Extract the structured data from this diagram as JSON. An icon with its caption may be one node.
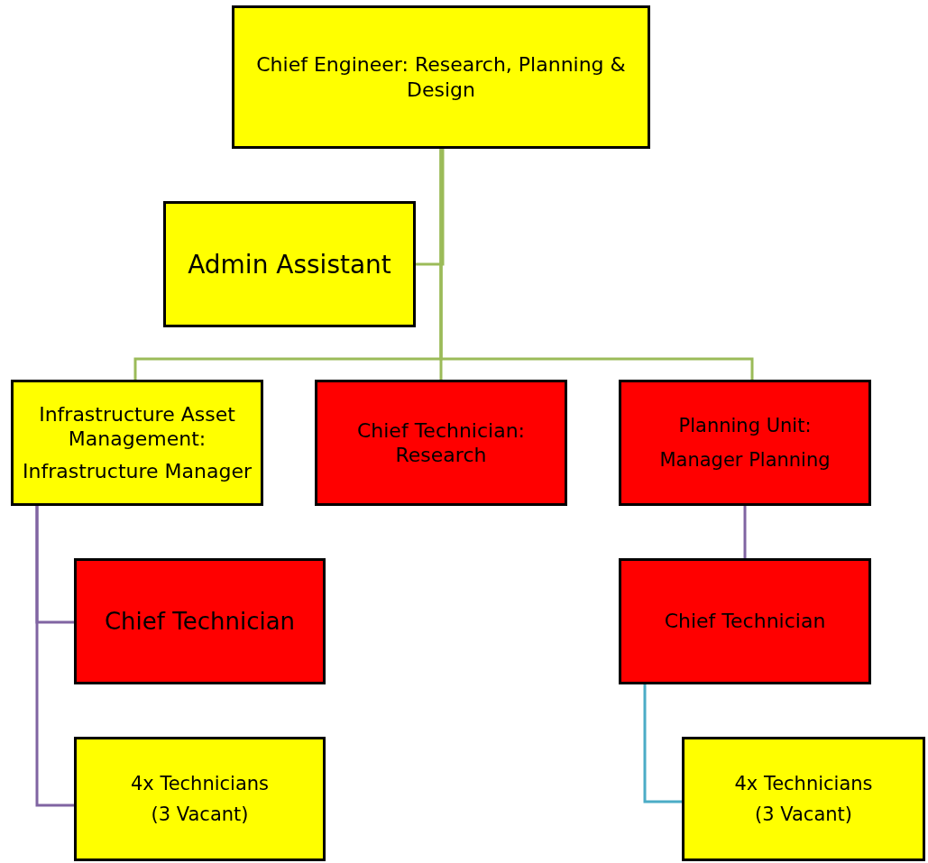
{
  "diagram": {
    "nodes": [
      {
        "text": [
          "Chief Engineer: Research, Planning & Design"
        ]
      },
      {
        "text": [
          "Admin Assistant"
        ]
      },
      {
        "text": [
          "Infrastructure Asset Management:",
          "Infrastructure Manager"
        ]
      },
      {
        "text": [
          "Chief Technician: Research"
        ]
      },
      {
        "text": [
          "Planning Unit:",
          "Manager Planning"
        ]
      },
      {
        "text": [
          "Chief Technician"
        ]
      },
      {
        "text": [
          "4x Technicians",
          "(3 Vacant)"
        ]
      },
      {
        "text": [
          "Chief Technician"
        ]
      },
      {
        "text": [
          "4x Technicians",
          "(3 Vacant)"
        ]
      }
    ],
    "edges": [
      {
        "from": 0,
        "to": 1,
        "arrow": "none",
        "color": "#9bbb59"
      },
      {
        "from": 0,
        "to": 2,
        "arrow": "none",
        "color": "#9bbb59"
      },
      {
        "from": 0,
        "to": 3,
        "arrow": "none",
        "color": "#9bbb59"
      },
      {
        "from": 0,
        "to": 4,
        "arrow": "none",
        "color": "#9bbb59"
      },
      {
        "from": 2,
        "to": 5,
        "arrow": "none",
        "color": "#8064a2"
      },
      {
        "from": 2,
        "to": 6,
        "arrow": "none",
        "color": "#8064a2"
      },
      {
        "from": 4,
        "to": 7,
        "arrow": "none",
        "color": "#8064a2"
      },
      {
        "from": 7,
        "to": 8,
        "arrow": "none",
        "color": "#4bacc6"
      }
    ]
  }
}
